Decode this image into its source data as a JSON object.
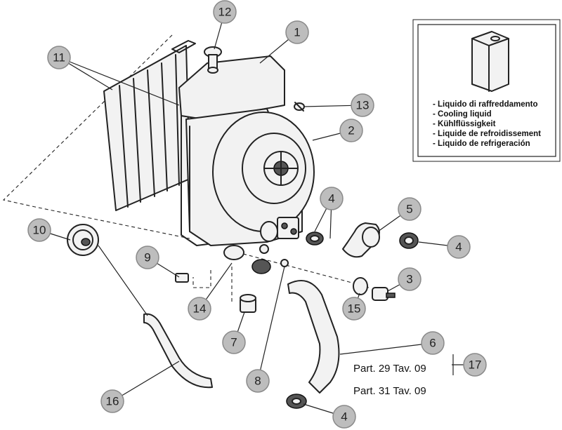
{
  "callouts": {
    "c1": "1",
    "c2": "2",
    "c3": "3",
    "c4a": "4",
    "c4b": "4",
    "c4c": "4",
    "c5": "5",
    "c6": "6",
    "c7": "7",
    "c8": "8",
    "c9": "9",
    "c10": "10",
    "c11": "11",
    "c12": "12",
    "c13": "13",
    "c14": "14",
    "c15": "15",
    "c16": "16",
    "c17": "17"
  },
  "legend": {
    "lines": [
      "- Liquido di raffreddamento",
      "- Cooling liquid",
      "- Kühlflüssigkeit",
      "- Liquide de refroidissement",
      "- Liquido de refrigeración"
    ]
  },
  "references": {
    "ref1": "Part. 29 Tav. 09",
    "ref2": "Part. 31 Tav. 09"
  },
  "colors": {
    "callout_fill": "#bdbdbd",
    "line": "#222222",
    "background": "#ffffff"
  }
}
